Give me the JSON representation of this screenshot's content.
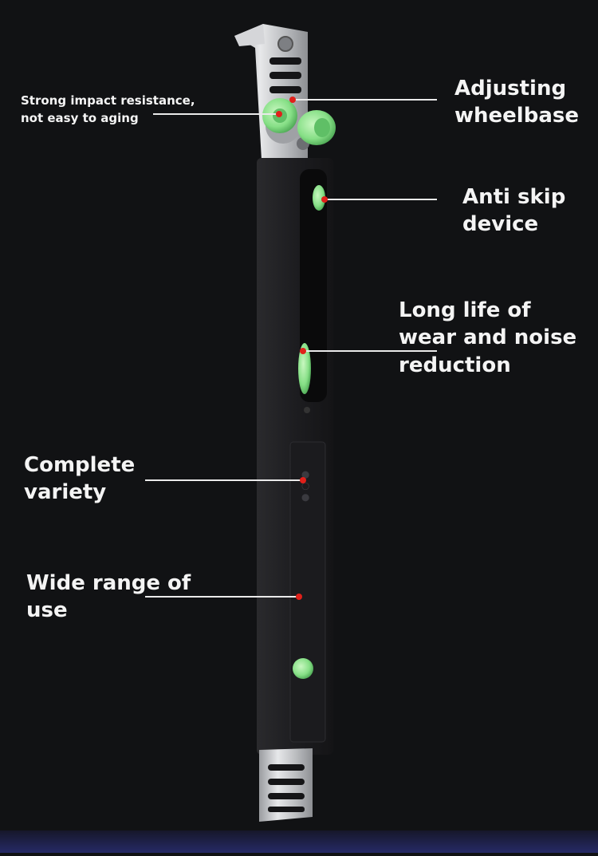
{
  "annotations": [
    {
      "id": "impact",
      "text": "Strong impact resistance,\nnot easy to aging"
    },
    {
      "id": "wheelbase",
      "text": "Adjusting\nwheelbase"
    },
    {
      "id": "antiskip",
      "text": "Anti skip\ndevice"
    },
    {
      "id": "longlife",
      "text": "Long life of\n wear and noise\n reduction"
    },
    {
      "id": "variety",
      "text": "Complete\nvariety"
    },
    {
      "id": "range",
      "text": "Wide range of\nuse"
    }
  ],
  "colors": {
    "background": "#111214",
    "leader_line": "#eaeaea",
    "marker_dot": "#e0201a",
    "roller": "#8fe08f",
    "body": "#202022",
    "bracket": "#c9cacc"
  },
  "icons": {
    "product": "sliding-door-damper-track",
    "rollers": "green-roller-wheels"
  }
}
